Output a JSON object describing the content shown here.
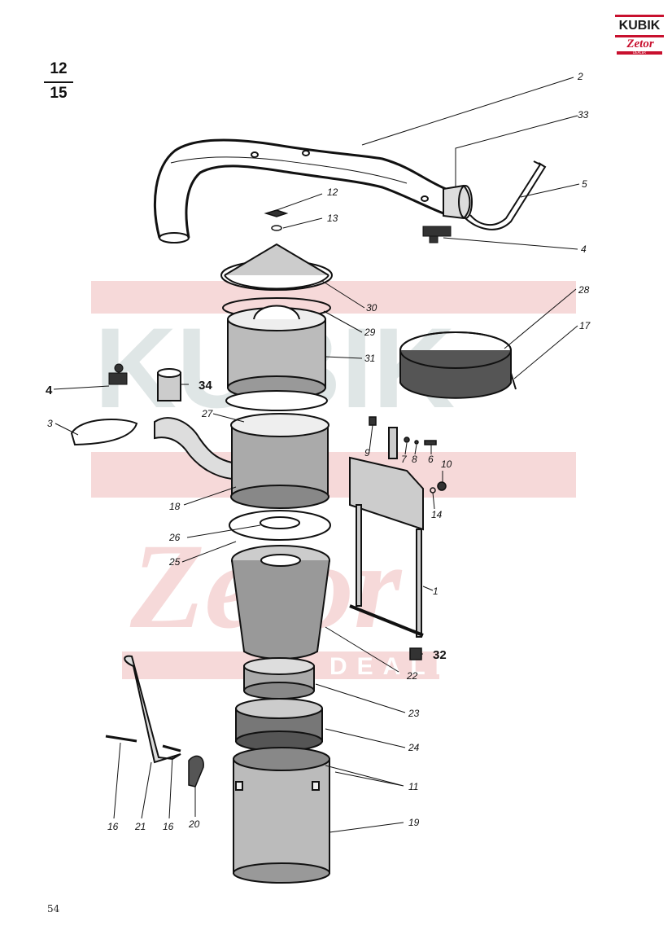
{
  "page": {
    "section_top": "12",
    "section_bottom": "15",
    "page_number": "54"
  },
  "logo": {
    "brand": "KUBIK",
    "sub": "Zetor",
    "sub2": "DEALER"
  },
  "watermark": {
    "text": "KUBIK",
    "sub": "Zetor",
    "sub2": "DEALER"
  },
  "callouts": [
    "2",
    "33",
    "5",
    "12",
    "13",
    "4",
    "30",
    "28",
    "29",
    "17",
    "31",
    "4",
    "34",
    "27",
    "3",
    "9",
    "7",
    "8",
    "6",
    "10",
    "18",
    "14",
    "26",
    "25",
    "1",
    "32",
    "22",
    "23",
    "24",
    "11",
    "19",
    "16",
    "21",
    "16",
    "20"
  ],
  "colors": {
    "ink": "#111111",
    "brand_red": "#c8102e",
    "watermark_red": "#f6d9d9",
    "watermark_grey": "#dfe6e6"
  }
}
